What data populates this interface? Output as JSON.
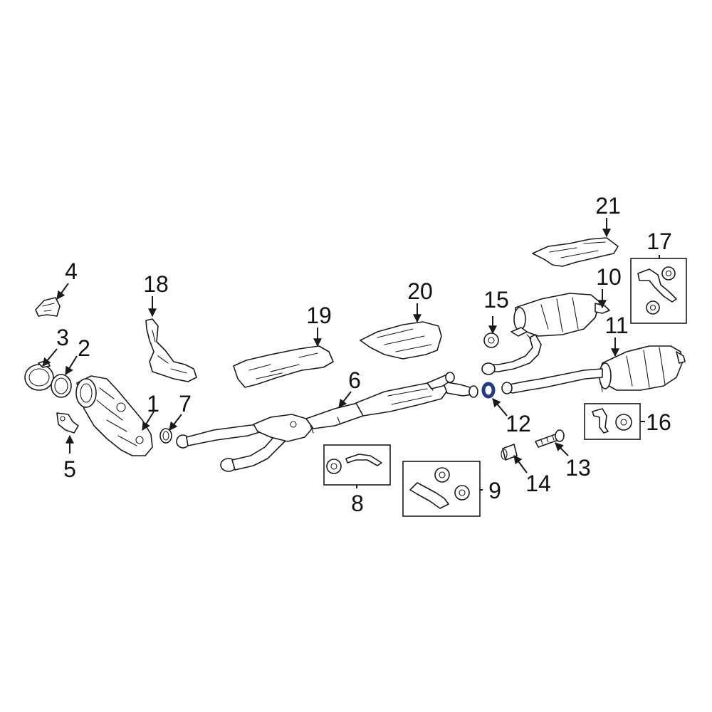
{
  "callouts": {
    "c1": "1",
    "c2": "2",
    "c3": "3",
    "c4": "4",
    "c5": "5",
    "c6": "6",
    "c7": "7",
    "c8": "8",
    "c9": "9",
    "c10": "10",
    "c11": "11",
    "c12": "12",
    "c13": "13",
    "c14": "14",
    "c15": "15",
    "c16": "16",
    "c17": "17",
    "c18": "18",
    "c19": "19",
    "c20": "20",
    "c21": "21"
  },
  "highlighted_part": "12",
  "colors": {
    "line": "#1a1a1a",
    "highlight": "#1f3c8f",
    "background": "#ffffff"
  }
}
